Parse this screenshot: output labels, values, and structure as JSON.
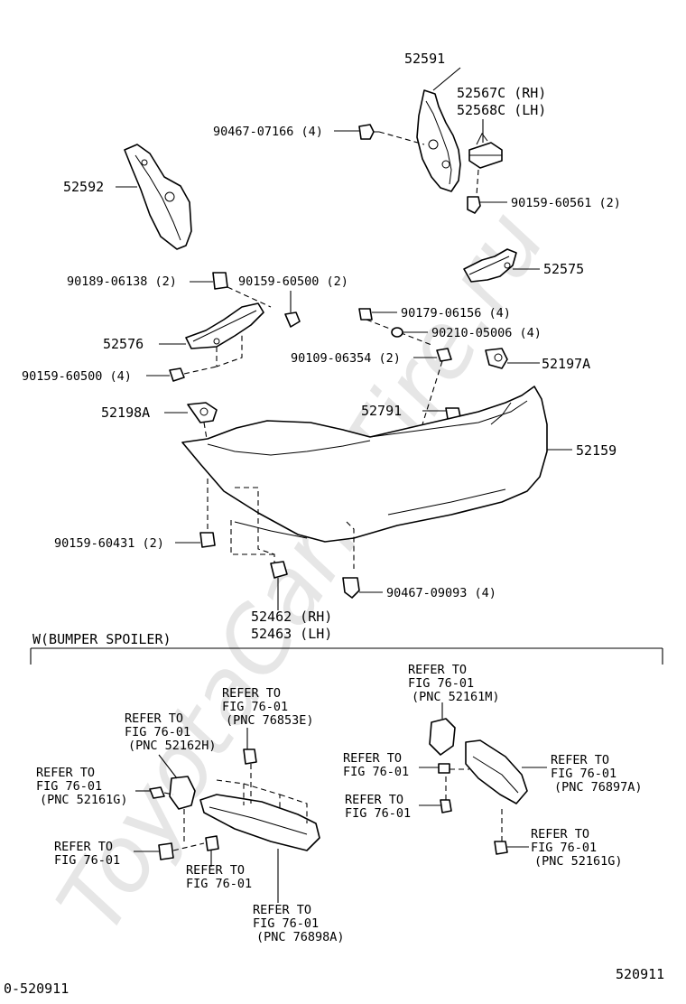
{
  "watermark": "ToyotaCarMTire.ru",
  "labels": {
    "p52591": "52591",
    "p52567c": "52567C (RH)",
    "p52568c": "52568C (LH)",
    "p90467_07166": "90467-07166 (4)",
    "p52592": "52592",
    "p90159_60561": "90159-60561 (2)",
    "p52575": "52575",
    "p90189_06138": "90189-06138 (2)",
    "p90159_60500_2": "90159-60500 (2)",
    "p90179_06156": "90179-06156 (4)",
    "p90210_05006": "90210-05006 (4)",
    "p52576": "52576",
    "p90109_06354": "90109-06354 (2)",
    "p52197a": "52197A",
    "p90159_60500_4": "90159-60500 (4)",
    "p52198a": "52198A",
    "p52791": "52791",
    "p52159": "52159",
    "p90159_60431": "90159-60431 (2)",
    "p90467_09093": "90467-09093 (4)",
    "p52462": "52462 (RH)",
    "p52463": "52463 (LH)"
  },
  "spoiler_section": {
    "title": "W(BUMPER SPOILER)",
    "refs": {
      "r1": [
        "REFER TO",
        "FIG 76-01",
        "(PNC 52161M)"
      ],
      "r2": [
        "REFER TO",
        "FIG 76-01",
        "(PNC 76853E)"
      ],
      "r3": [
        "REFER TO",
        "FIG 76-01",
        "(PNC 52162H)"
      ],
      "r4": [
        "REFER TO",
        "FIG 76-01"
      ],
      "r5": [
        "REFER TO",
        "FIG 76-01",
        "(PNC 76897A)"
      ],
      "r6": [
        "REFER TO",
        "FIG 76-01",
        "(PNC 52161G)"
      ],
      "r7": [
        "REFER TO",
        "FIG 76-01"
      ],
      "r8": [
        "REFER TO",
        "FIG 76-01"
      ],
      "r9": [
        "REFER TO",
        "FIG 76-01",
        "(PNC 52161G)"
      ],
      "r10": [
        "REFER TO",
        "FIG 76-01"
      ],
      "r11": [
        "REFER TO",
        "FIG 76-01",
        "(PNC 76898A)"
      ]
    }
  },
  "footer": {
    "left_code": "0-520911",
    "right_code": "520911"
  }
}
